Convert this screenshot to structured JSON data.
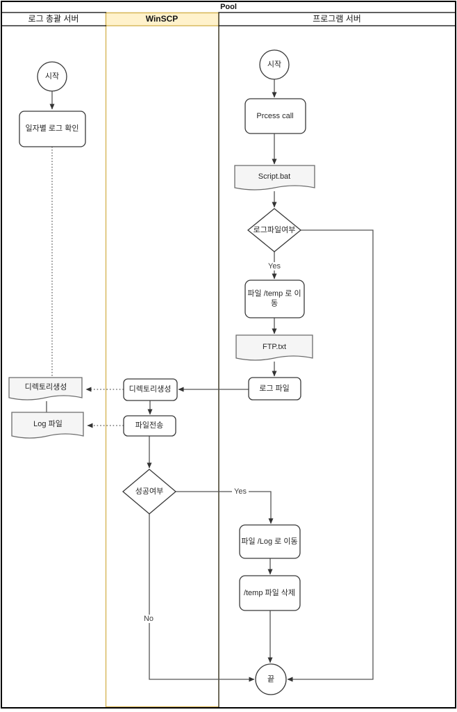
{
  "pool": {
    "title": "Pool"
  },
  "lanes": {
    "left": {
      "label": "로그 총괄 서버"
    },
    "middle": {
      "label": "WinSCP"
    },
    "right": {
      "label": "프로그램 서버"
    }
  },
  "nodes": {
    "left_start": "시작",
    "left_daily_log_check": "일자별 로그 확인",
    "left_doc_create_directory": "디렉토리생성",
    "left_doc_log_file": "Log 파일",
    "winscp_create_directory": "디렉토리생성",
    "winscp_file_transfer": "파일전송",
    "winscp_success_decision": "성공여부",
    "right_start": "시작",
    "right_process_call": "Prcess call",
    "right_doc_script_bat": "Script.bat",
    "right_log_exists_decision": "로그파일여부",
    "right_move_to_temp": "파일 /temp 로 이동",
    "right_doc_ftp_txt": "FTP.txt",
    "right_log_file": "로그 파일",
    "right_move_to_log": "파일 /Log 로 이동",
    "right_delete_temp": "/temp 파일 삭제",
    "right_end": "끝"
  },
  "edge_labels": {
    "log_exists_yes": "Yes",
    "success_yes": "Yes",
    "success_no": "No"
  },
  "colors": {
    "winscp_lane_fill": "#fff2cc",
    "winscp_lane_border": "#d6b656",
    "document_fill": "#f5f5f5",
    "document_border": "#6b6b6b",
    "shape_border": "#383838",
    "connector": "#545454",
    "background": "#ffffff"
  }
}
